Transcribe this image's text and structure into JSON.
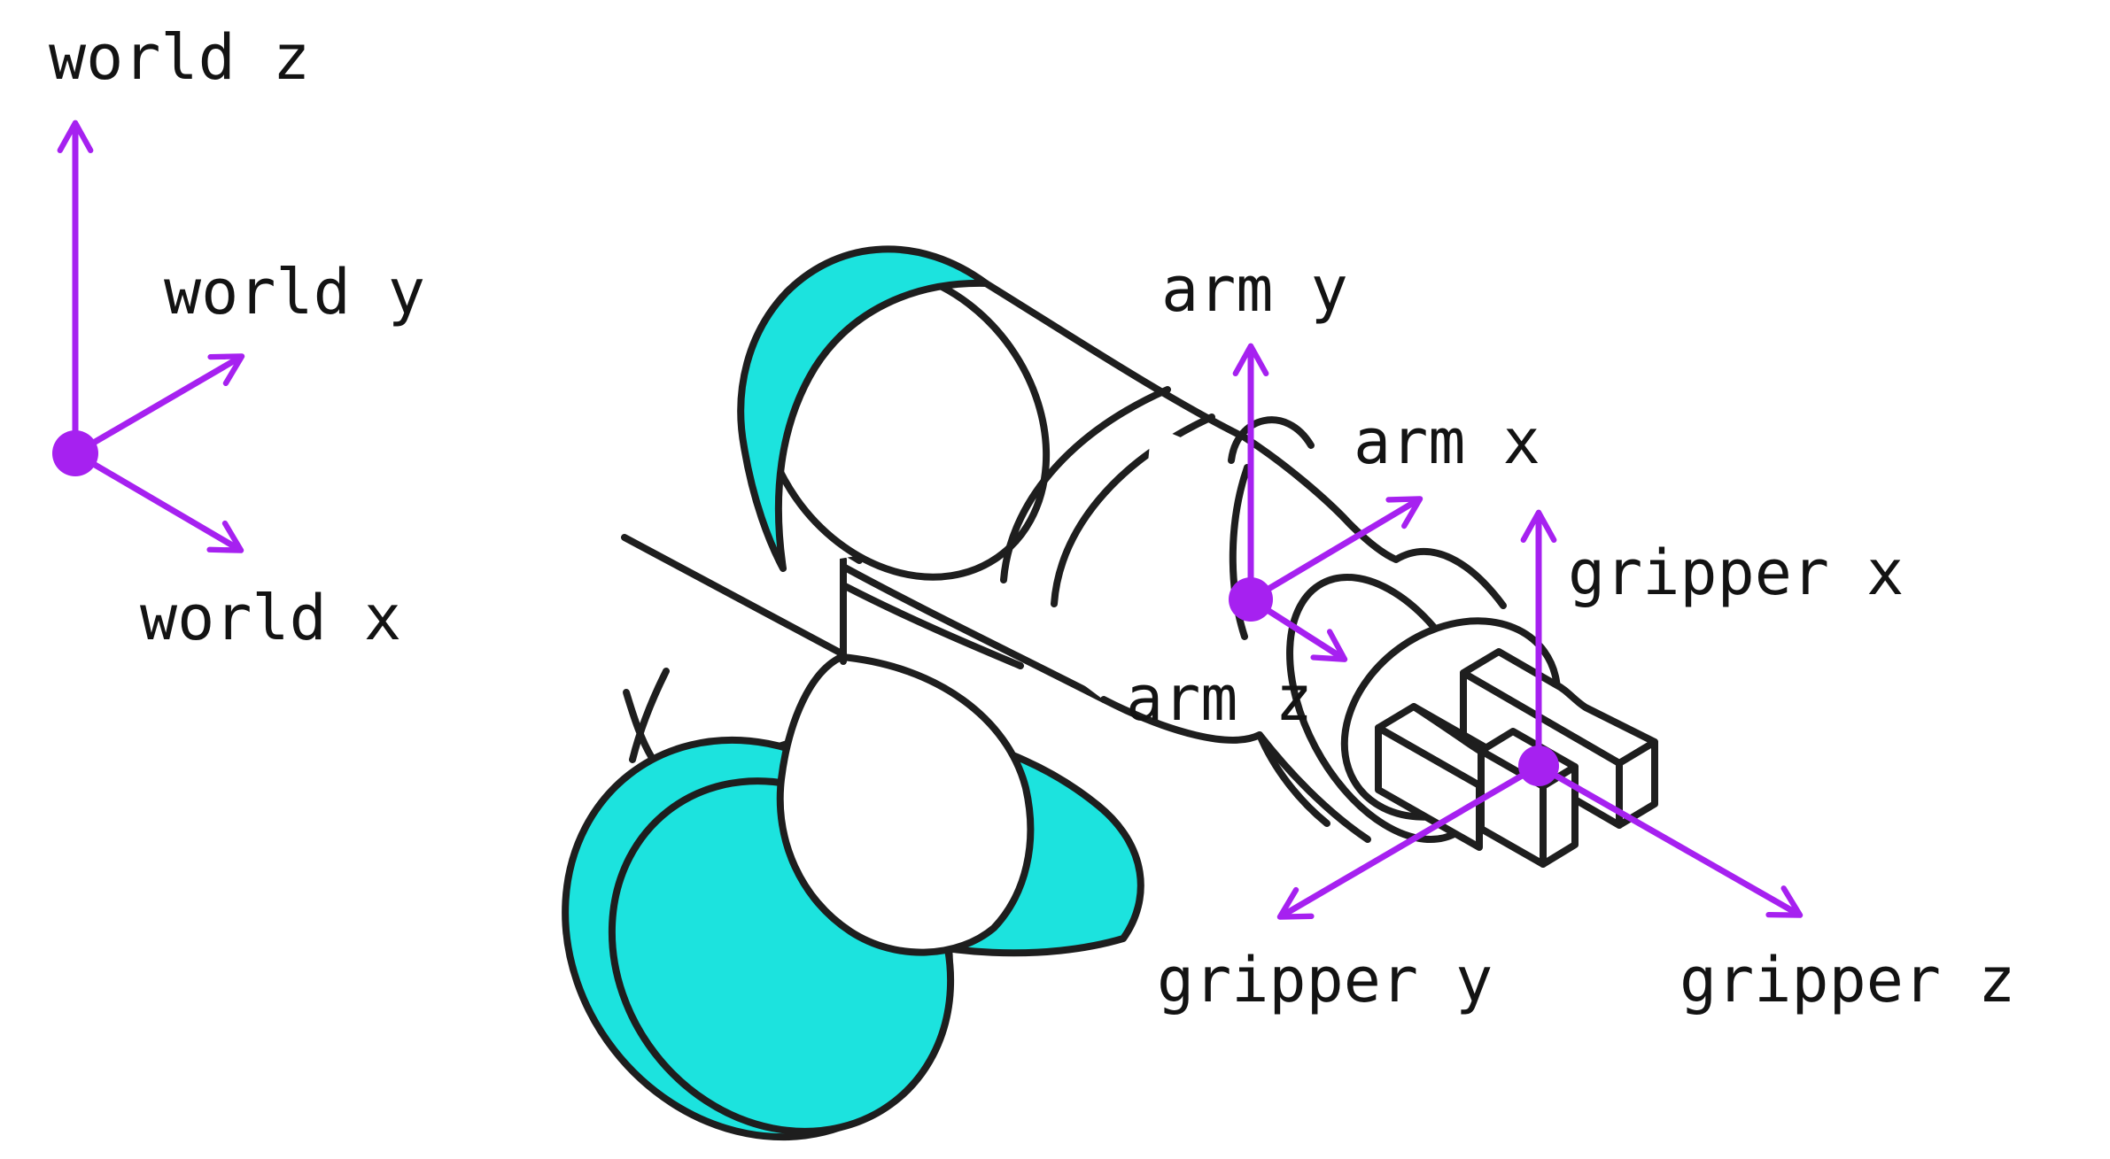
{
  "diagram_type": "robot-arm-coordinate-frames",
  "colors": {
    "axis_purple": "#A621F0",
    "robot_cyan": "#1CE3DE",
    "outline": "#1e1e1e",
    "label_text": "#131313",
    "background": "#ffffff"
  },
  "frames": {
    "world": {
      "axis_labels": [
        "world z",
        "world y",
        "world x"
      ]
    },
    "arm": {
      "axis_labels": [
        "arm y",
        "arm x",
        "arm z"
      ]
    },
    "gripper": {
      "axis_labels": [
        "gripper x",
        "gripper y",
        "gripper z"
      ]
    }
  }
}
